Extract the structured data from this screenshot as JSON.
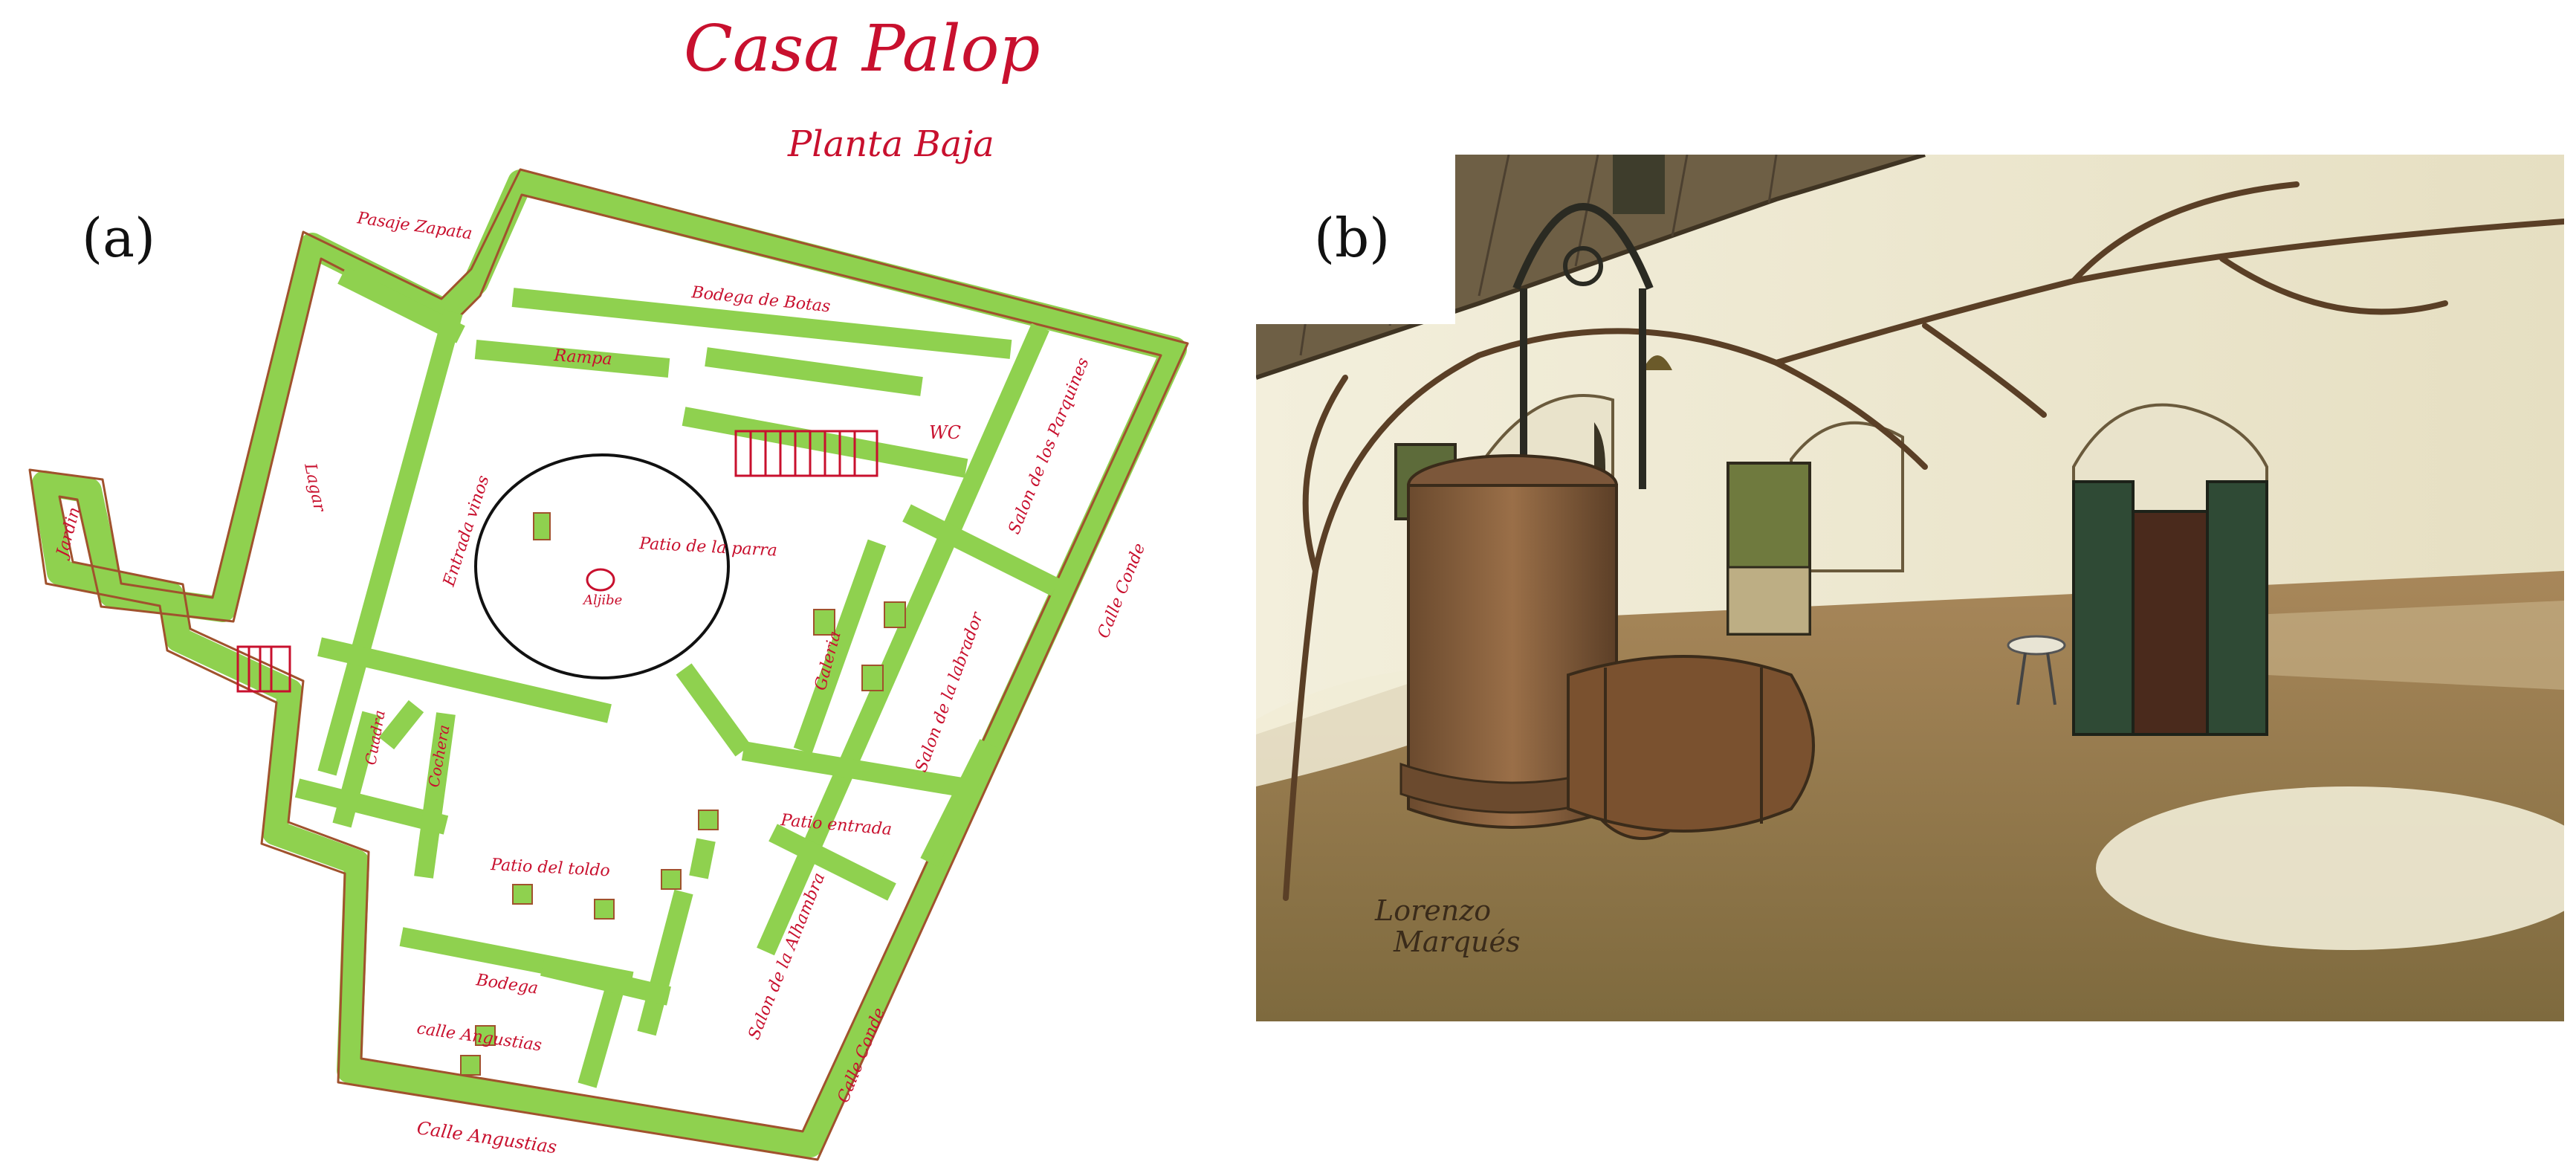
{
  "panel_a": {
    "label": "(a)",
    "title": "Casa Palop",
    "subtitle": "Planta Baja",
    "rooms": {
      "pasaje": "Pasaje Zapata",
      "bodega_botas": "Bodega de Botas",
      "rampa": "Rampa",
      "wc": "WC",
      "salon_parquines": "Salon de los Parquines",
      "calle_conde_1": "Calle Conde",
      "lagar": "Lagar",
      "jardin": "Jardin",
      "patio_parra": "Patio de la parra",
      "aljibe": "Aljibe",
      "entrada_vinos": "Entrada vinos",
      "galeria": "Galeria",
      "salon_labrador": "Salon de la labrador",
      "cuadra": "Cuadra",
      "cochera": "Cochera",
      "patio_entrada": "Patio entrada",
      "patio_toldo": "Patio del toldo",
      "salon_alhambra": "Salon de la Alhambra",
      "bodega": "Bodega",
      "calle_angustias_inner": "calle Angustias",
      "calle_conde_2": "Calle Conde",
      "calle_angustias": "Calle Angustias"
    }
  },
  "panel_b": {
    "label": "(b)",
    "signature_line1": "Lorenzo",
    "signature_line2": "Marqués"
  },
  "colors": {
    "wall_fill": "#8fd14f",
    "wall_outline": "#a0522d",
    "plan_text": "#c8102e"
  }
}
